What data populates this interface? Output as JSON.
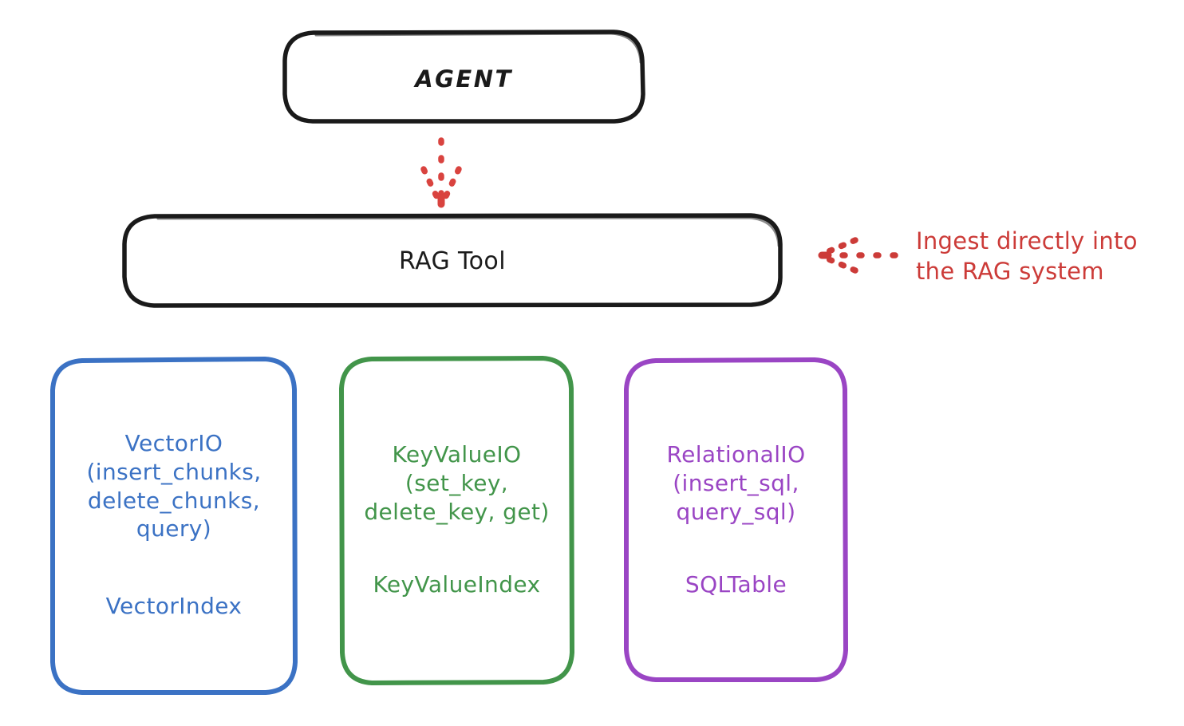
{
  "diagram": {
    "title_node": {
      "label": "AGENT",
      "stroke": "#1a1a1a"
    },
    "tool_node": {
      "label": "RAG Tool",
      "stroke": "#1a1a1a"
    },
    "stores": [
      {
        "id": "vector",
        "api": "VectorIO\n(insert_chunks,\ndelete_chunks,\nquery)",
        "index": "VectorIndex",
        "color": "#3b72c4"
      },
      {
        "id": "keyvalue",
        "api": "KeyValueIO\n(set_key,\ndelete_key, get)",
        "index": "KeyValueIndex",
        "color": "#42954a"
      },
      {
        "id": "relational",
        "api": "RelationalIO\n(insert_sql,\nquery_sql)",
        "index": "SQLTable",
        "color": "#9a45c4"
      }
    ],
    "annotation": {
      "text": "Ingest directly into\nthe RAG system",
      "color": "#cc3b38"
    },
    "connector_color": "#d9433f",
    "background": "#ffffff"
  }
}
